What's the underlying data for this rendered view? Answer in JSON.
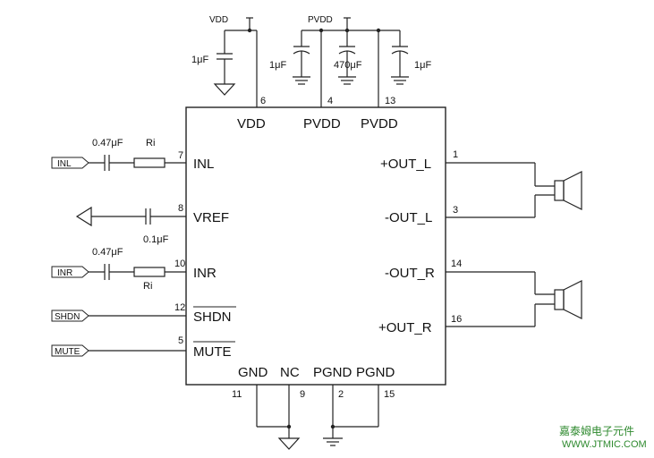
{
  "chip_pins": {
    "vdd": "VDD",
    "pvdd_a": "PVDD",
    "pvdd_b": "PVDD",
    "inl": "INL",
    "vref": "VREF",
    "inr": "INR",
    "shdn": "SHDN",
    "mute": "MUTE",
    "out_l_pos": "+OUT_L",
    "out_l_neg": "-OUT_L",
    "out_r_neg": "-OUT_R",
    "out_r_pos": "+OUT_R",
    "gnd": "GND",
    "nc": "NC",
    "pgnd_a": "PGND",
    "pgnd_b": "PGND"
  },
  "pin_numbers": {
    "vdd": "6",
    "pvdd_a": "4",
    "pvdd_b": "13",
    "inl": "7",
    "vref": "8",
    "inr": "10",
    "shdn": "12",
    "mute": "5",
    "out_l_pos": "1",
    "out_l_neg": "3",
    "out_r_neg": "14",
    "out_r_pos": "16",
    "gnd": "11",
    "nc": "9",
    "pgnd_a": "2",
    "pgnd_b": "15"
  },
  "supplies": {
    "vdd": "VDD",
    "pvdd": "PVDD"
  },
  "components": {
    "c_vdd": "1μF",
    "c_pvdd_1": "1μF",
    "c_pvdd_2": "470μF",
    "c_pvdd_3": "1μF",
    "c_inl": "0.47μF",
    "r_inl": "Ri",
    "c_vref": "0.1μF",
    "c_inr": "0.47μF",
    "r_inr": "Ri"
  },
  "inputs": {
    "inl": "INL",
    "inr": "INR",
    "shdn": "SHDN",
    "mute": "MUTE"
  },
  "watermark": {
    "line1": "嘉泰姆电子元件",
    "line2": "WWW.JTMIC.COM"
  }
}
